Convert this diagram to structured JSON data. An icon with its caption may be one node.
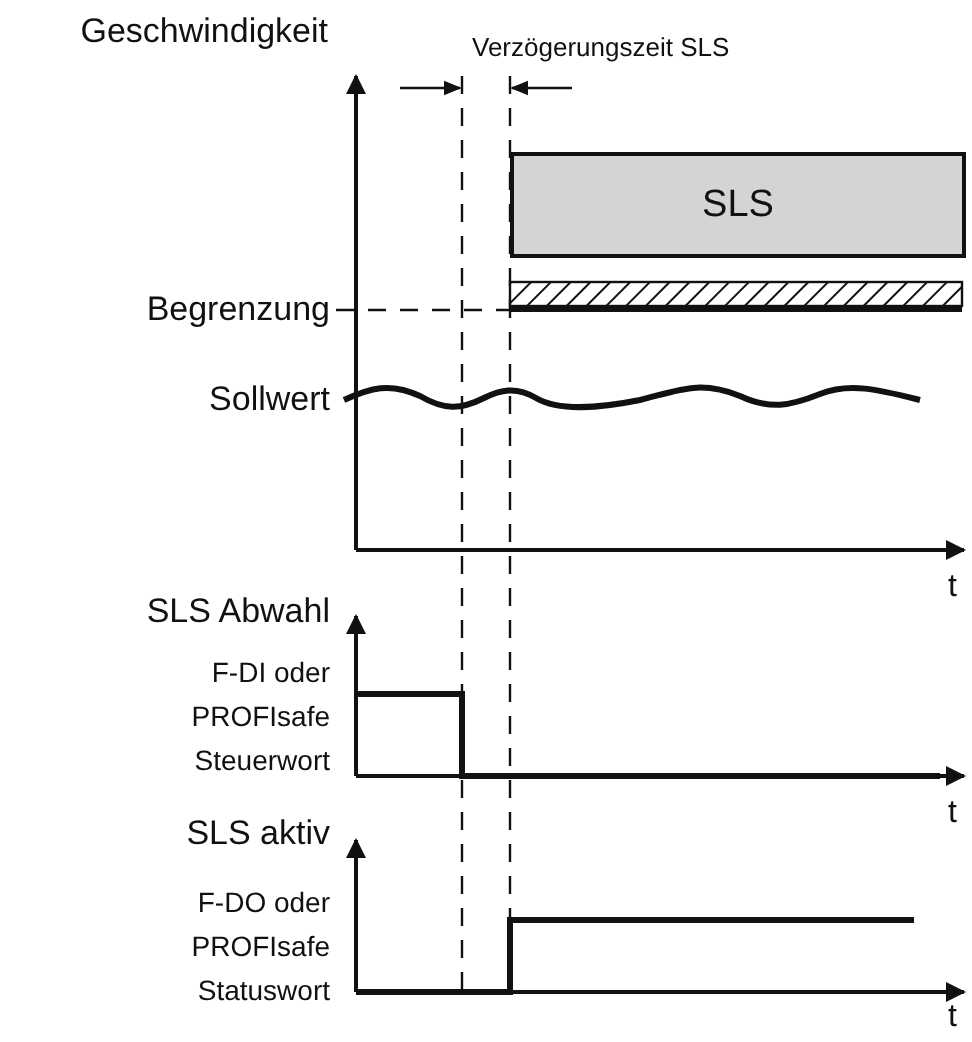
{
  "diagram": {
    "nodes": [
      {
        "text": [
          "SLS"
        ]
      }
    ],
    "labels": [
      "Geschwindigkeit",
      "Verzögerungszeit SLS",
      "Begrenzung",
      "Sollwert",
      "t",
      "SLS Abwahl",
      "F-DI oder PROFIsafe Steuerwort",
      "t",
      "SLS aktiv",
      "F-DO oder PROFIsafe Statuswort",
      "t"
    ]
  }
}
